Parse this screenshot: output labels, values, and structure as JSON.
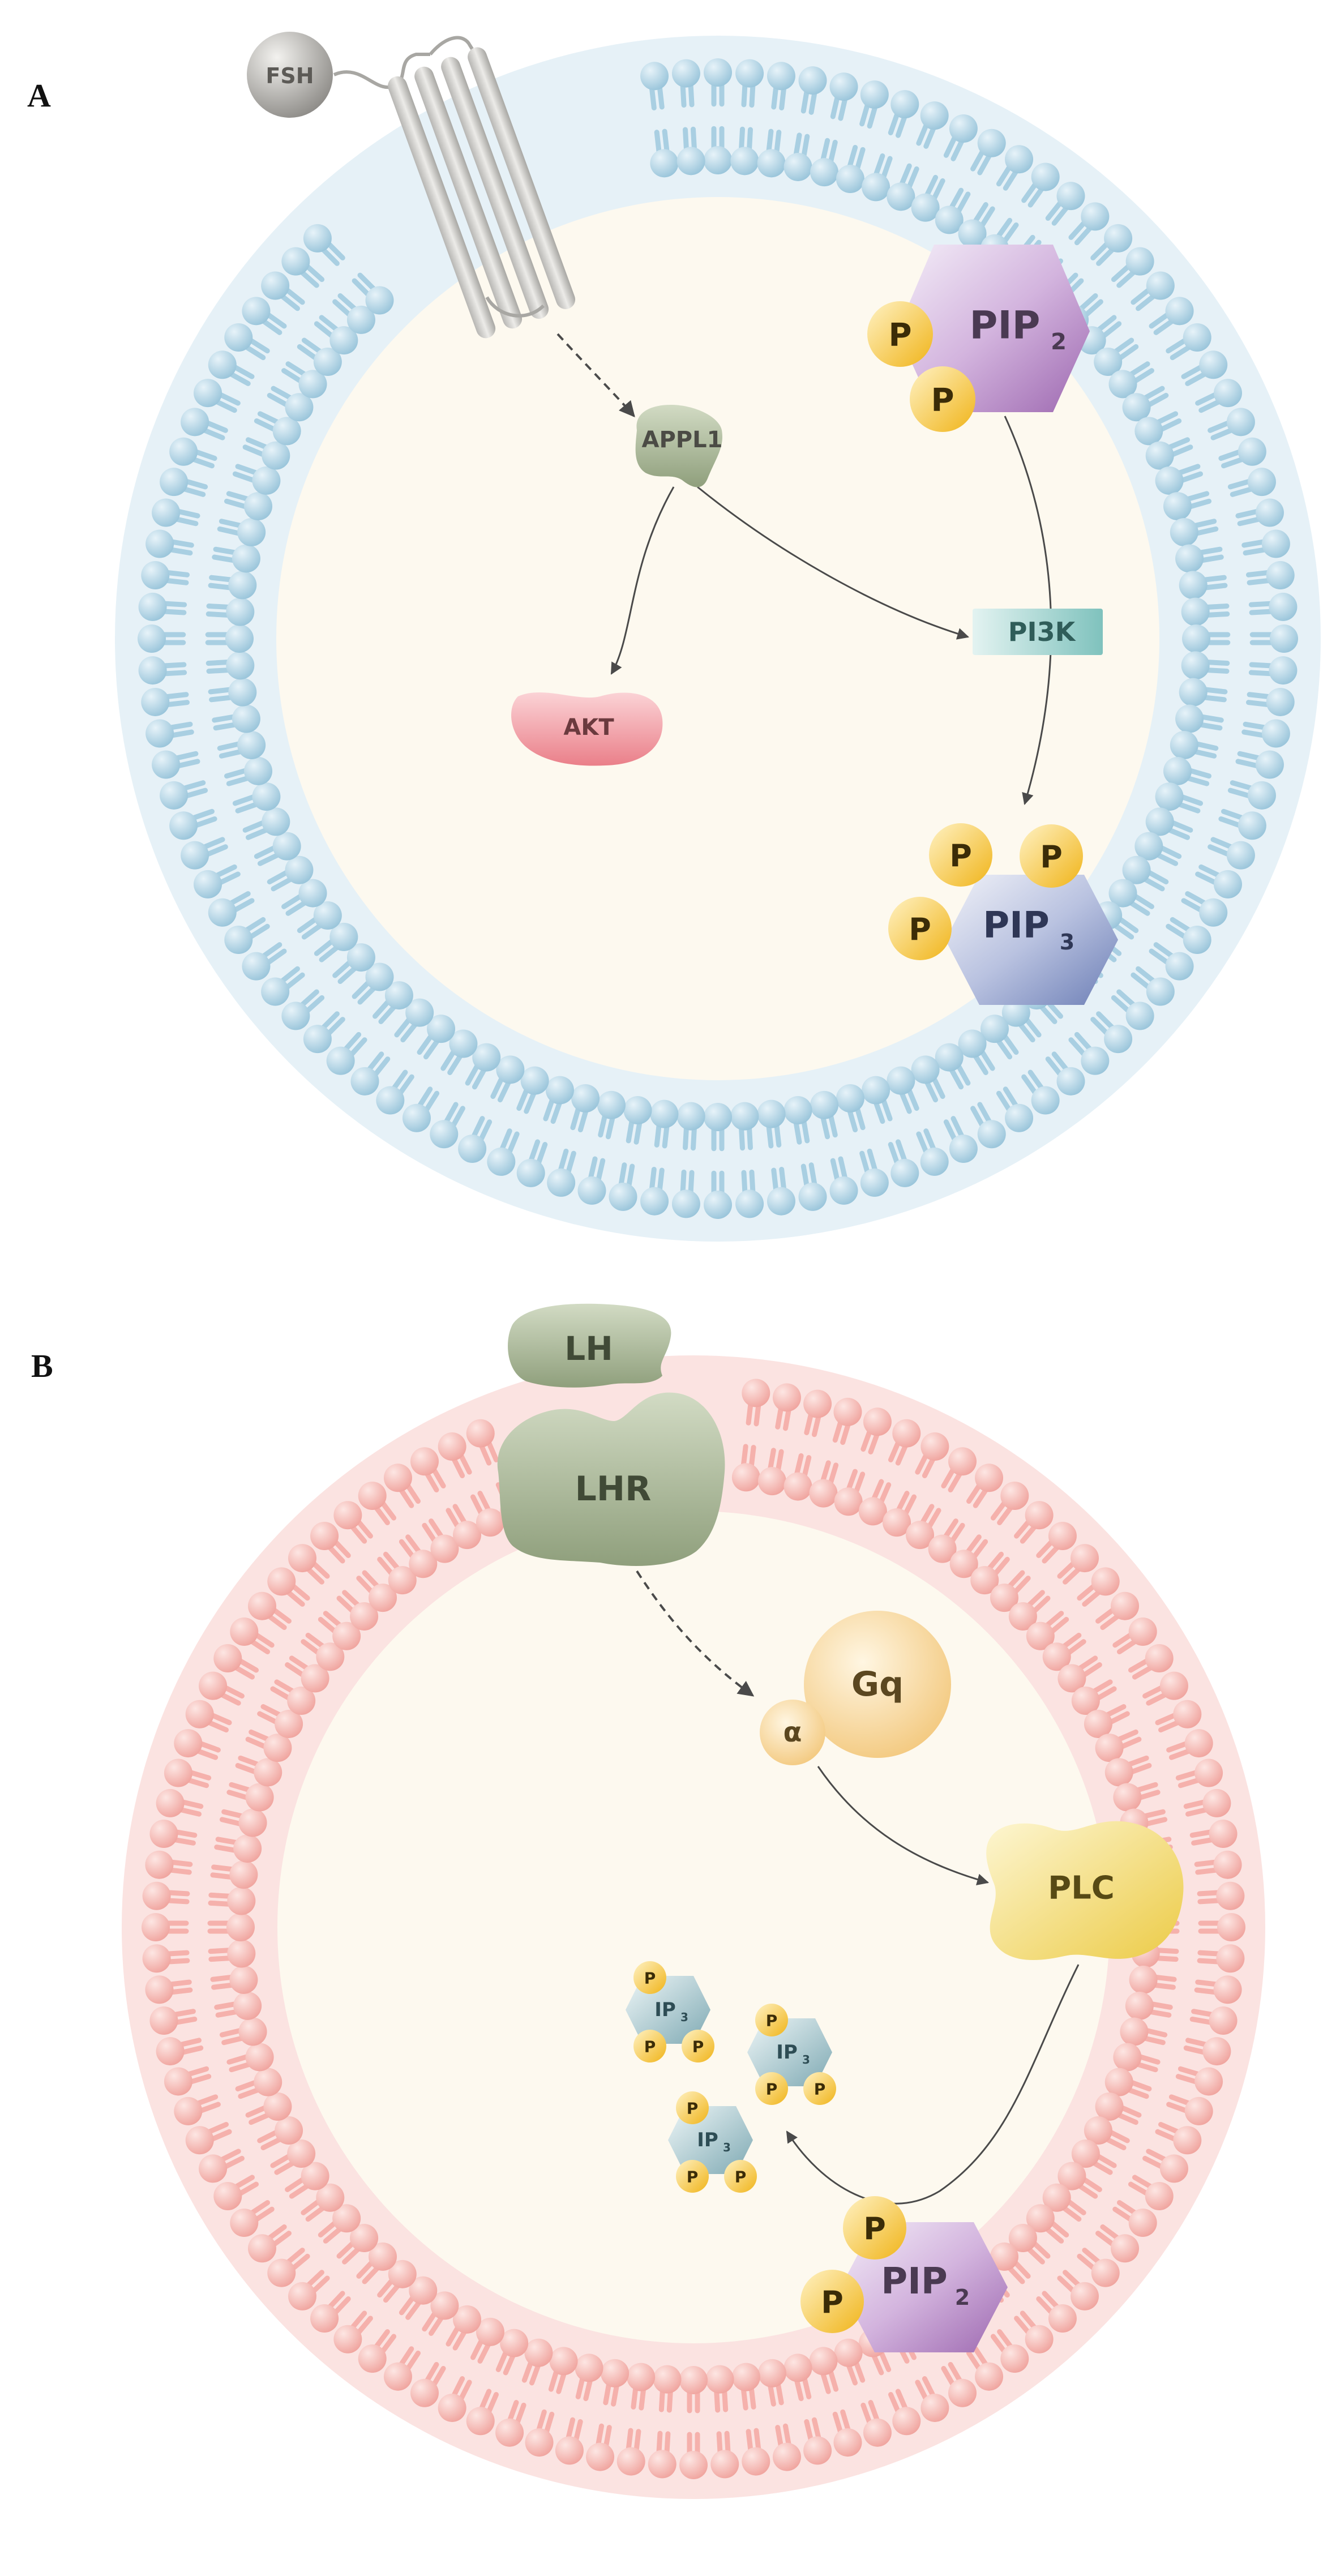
{
  "panels": [
    {
      "label": "A",
      "ligand": "FSH",
      "adaptor": "APPL1",
      "kinase": "AKT",
      "enzyme": "PI3K",
      "substrate": {
        "name": "PIP",
        "subscript": "2",
        "phosphate": "P"
      },
      "product": {
        "name": "PIP",
        "subscript": "3",
        "phosphate": "P"
      }
    },
    {
      "label": "B",
      "ligand": "LH",
      "receptor": "LHR",
      "g_protein": "Gq",
      "g_alpha": "α",
      "enzyme": "PLC",
      "substrate": {
        "name": "PIP",
        "subscript": "2",
        "phosphate": "P"
      },
      "product": {
        "name": "IP",
        "subscript": "3",
        "phosphate": "P"
      }
    }
  ],
  "colors": {
    "membrane_a": "#a9cfe2",
    "membrane_a_halo": "#e6f1f7",
    "membrane_b": "#f5b1ac",
    "membrane_b_halo": "#fbe3e1",
    "cytoplasm": "#fdf9ef",
    "phosphate": "#f5c02e",
    "pip2": "#b07fbe",
    "pip3": "#7e8fc0",
    "ip3": "#8fb5be",
    "receptor_green": "#a9b796",
    "pi3k": "#8fcac6",
    "akt": "#ee8f97",
    "gq": "#f7d79a",
    "plc": "#f0d465",
    "fsh": "#9a9894"
  }
}
